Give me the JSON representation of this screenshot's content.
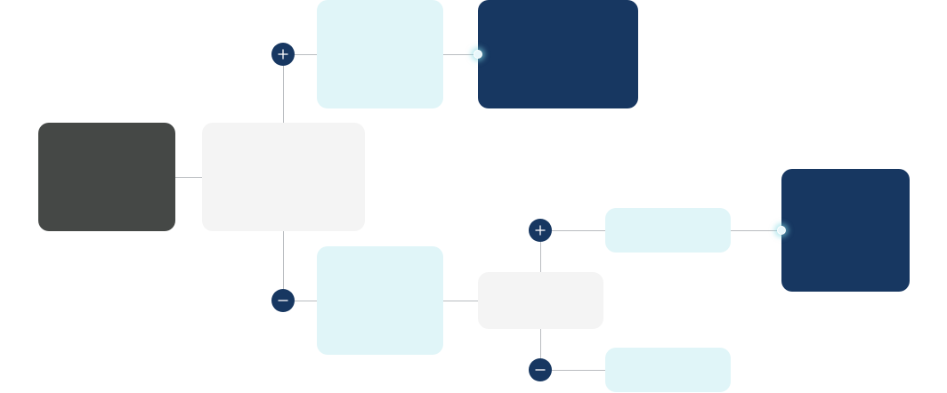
{
  "colors": {
    "root": "#454846",
    "gray_node": "#f4f4f4",
    "light_node": "#e0f5f8",
    "dark_node": "#173761",
    "toggle": "#173761",
    "connector": "#b9bcc0",
    "connector_dot": "#e8f7fb"
  },
  "icons": {
    "expand": "plus-icon",
    "collapse": "minus-icon"
  },
  "nodes": [
    {
      "id": "root",
      "kind": "root",
      "color": "root"
    },
    {
      "id": "level-1",
      "kind": "gray",
      "color": "gray_node"
    },
    {
      "id": "branch-top",
      "kind": "light",
      "color": "light_node",
      "toggle": "expand"
    },
    {
      "id": "leaf-top",
      "kind": "dark",
      "color": "dark_node"
    },
    {
      "id": "branch-bottom",
      "kind": "light",
      "color": "light_node",
      "toggle": "collapse"
    },
    {
      "id": "level-3",
      "kind": "gray",
      "color": "gray_node"
    },
    {
      "id": "branch-right-top",
      "kind": "light",
      "color": "light_node",
      "toggle": "expand"
    },
    {
      "id": "leaf-right",
      "kind": "dark",
      "color": "dark_node"
    },
    {
      "id": "branch-right-bottom",
      "kind": "light",
      "color": "light_node",
      "toggle": "collapse"
    }
  ]
}
